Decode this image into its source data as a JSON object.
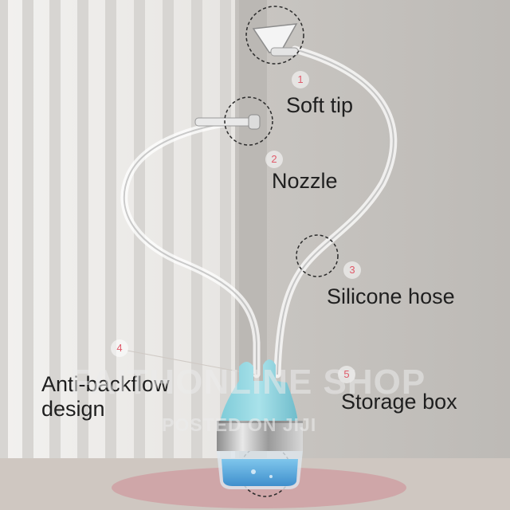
{
  "callouts": [
    {
      "number": "1",
      "label": "Soft tip"
    },
    {
      "number": "2",
      "label": "Nozzle"
    },
    {
      "number": "3",
      "label": "Silicone hose"
    },
    {
      "number": "4",
      "label_line1": "Anti-backflow",
      "label_line2": "design"
    },
    {
      "number": "5",
      "label": "Storage box"
    }
  ],
  "watermark": {
    "shop": "FAITHONLINE SHOP",
    "posted": "POSTED ON JIJI"
  },
  "colors": {
    "background": "#d9d6d2",
    "number_accent": "#e05a6a",
    "cap_teal": "#8fd3df",
    "liquid_blue": "#4aa3d8",
    "floor_pink": "#cfa6a8"
  }
}
